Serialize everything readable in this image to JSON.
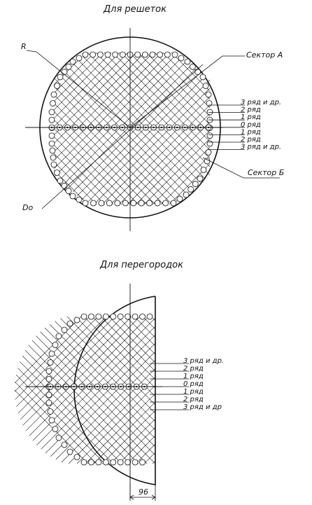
{
  "headings": {
    "top": "Для решеток",
    "bottom": "Для перегородок"
  },
  "top_drawing": {
    "radius_label": "R",
    "sector_a": "Сектор А",
    "sector_b": "Сектор Б",
    "diameter_label": "Do",
    "rows": [
      "3 ряд и др.",
      "2 ряд",
      "1 ряд",
      "0 ряд",
      "1 ряд",
      "2 ряд",
      "3 ряд и др."
    ]
  },
  "bottom_drawing": {
    "rows": [
      "3 ряд и др.",
      "2 ряд",
      "1 ряд",
      "0 ряд",
      "1 ряд",
      "2 ряд",
      "3 ряд и др"
    ],
    "dimension": "96"
  },
  "colors": {
    "line": "#111111",
    "background": "#ffffff"
  }
}
